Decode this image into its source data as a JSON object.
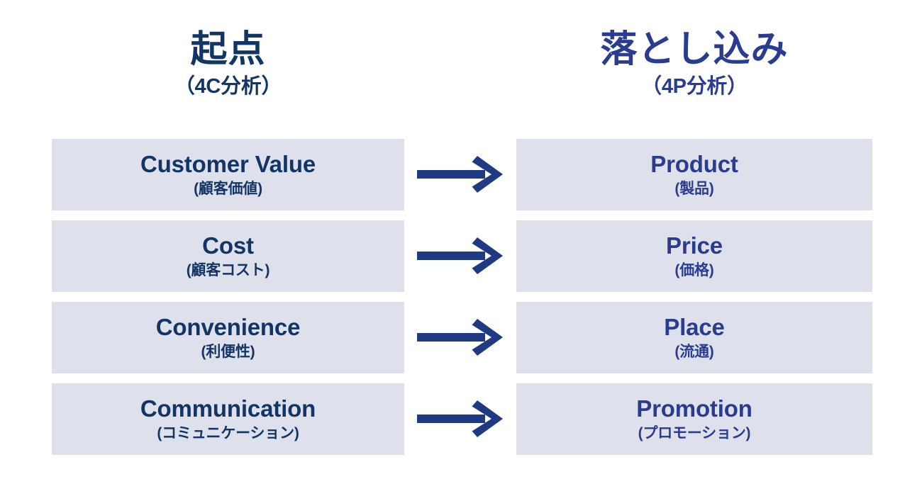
{
  "diagram": {
    "title_semantics": "4C analysis to 4P analysis mapping",
    "colors": {
      "box_fill": "#dee1ec",
      "left_text": "#123566",
      "right_text": "#2a3c8f",
      "arrow": "#1f3a82",
      "background": "#ffffff"
    },
    "columns": {
      "left": {
        "heading": "起点",
        "subheading": "（4C分析）"
      },
      "right": {
        "heading": "落とし込み",
        "subheading": "（4P分析）"
      }
    },
    "rows": [
      {
        "left": {
          "en": "Customer Value",
          "jp": "(顧客価値)"
        },
        "arrow": "arrow-right-icon",
        "right": {
          "en": "Product",
          "jp": "(製品)"
        }
      },
      {
        "left": {
          "en": "Cost",
          "jp": "(顧客コスト)"
        },
        "arrow": "arrow-right-icon",
        "right": {
          "en": "Price",
          "jp": "(価格)"
        }
      },
      {
        "left": {
          "en": "Convenience",
          "jp": "(利便性)"
        },
        "arrow": "arrow-right-icon",
        "right": {
          "en": "Place",
          "jp": "(流通)"
        }
      },
      {
        "left": {
          "en": "Communication",
          "jp": "(コミュニケーション)"
        },
        "arrow": "arrow-right-icon",
        "right": {
          "en": "Promotion",
          "jp": "(プロモーション)"
        }
      }
    ]
  }
}
